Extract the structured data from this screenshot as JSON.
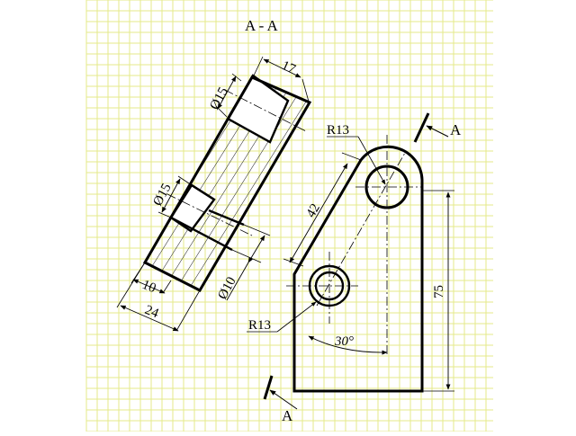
{
  "section_title": "A - A",
  "section_marker": "A",
  "dimensions": {
    "dia15_top": "Ø15",
    "dia15_mid": "Ø15",
    "dia10": "Ø10",
    "len17": "17",
    "len10": "10",
    "len24": "24",
    "len42": "42",
    "len75": "75",
    "r13_top": "R13",
    "r13_bottom": "R13",
    "angle30": "30°"
  },
  "colors": {
    "paper": "#ffffff",
    "grid": "#e4ea8a",
    "ink": "#000000"
  }
}
